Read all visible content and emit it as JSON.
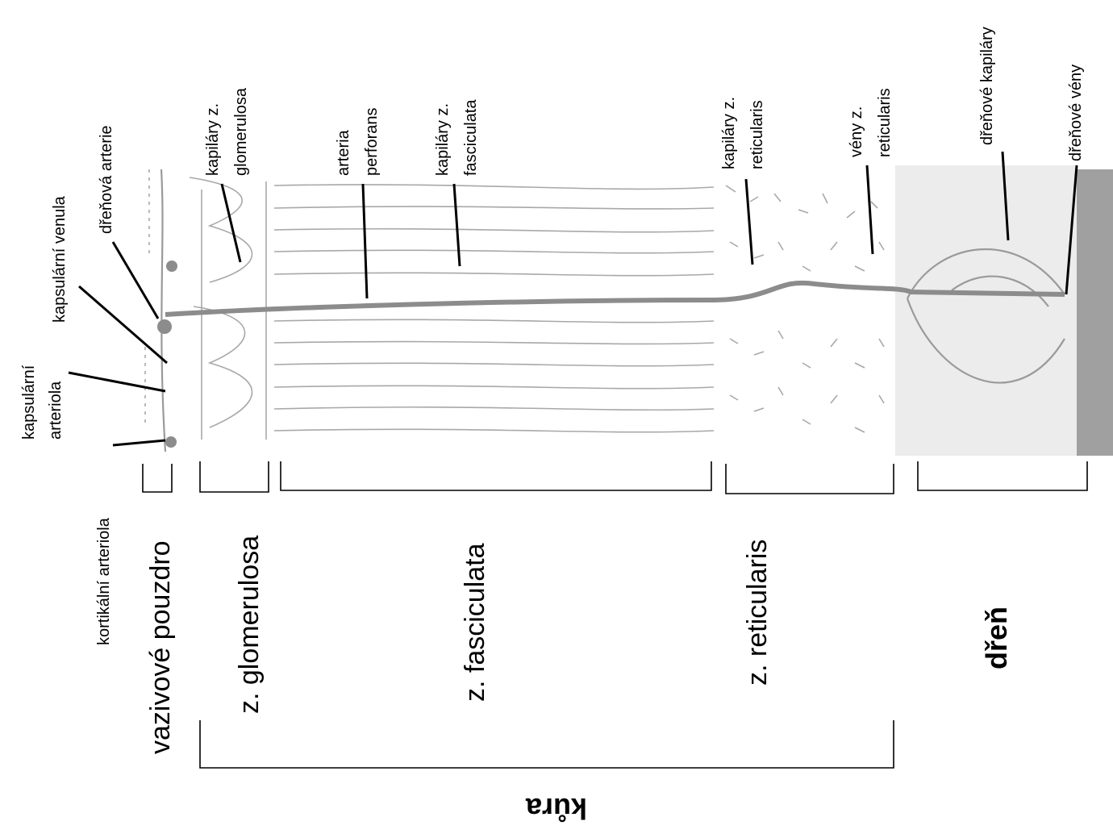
{
  "labels": {
    "kortikalni_arteriola": "kortikální arteriola",
    "kapsularni_arteriola_1": "kapsulární",
    "kapsularni_arteriola_2": "arteriola",
    "kapsularni_venula": "kapsulární venula",
    "drenova_arterie": "dřeňová arterie",
    "kapilary_glomerulosa_1": "kapiláry z.",
    "kapilary_glomerulosa_2": "glomerulosa",
    "arteria_perforans_1": "arteria",
    "arteria_perforans_2": "perforans",
    "kapilary_fasciculata_1": "kapiláry z.",
    "kapilary_fasciculata_2": "fasciculata",
    "kapilary_reticularis_1": "kapiláry z.",
    "kapilary_reticularis_2": "reticularis",
    "veny_reticularis_1": "vény z.",
    "veny_reticularis_2": "reticularis",
    "drenove_kapilary": "dřeňové kapiláry",
    "drenove_veny": "dřeňové vény"
  },
  "zones": {
    "vazivove_pouzdro": "vazivové pouzdro",
    "glomerulosa": "z. glomerulosa",
    "fasciculata": "z. fasciculata",
    "reticularis": "z. reticularis",
    "dren": "dřeň",
    "kura": "kůra"
  },
  "colors": {
    "vessel": "#9a9a9a",
    "medulla": "#a0a0a0",
    "text": "#000000"
  }
}
